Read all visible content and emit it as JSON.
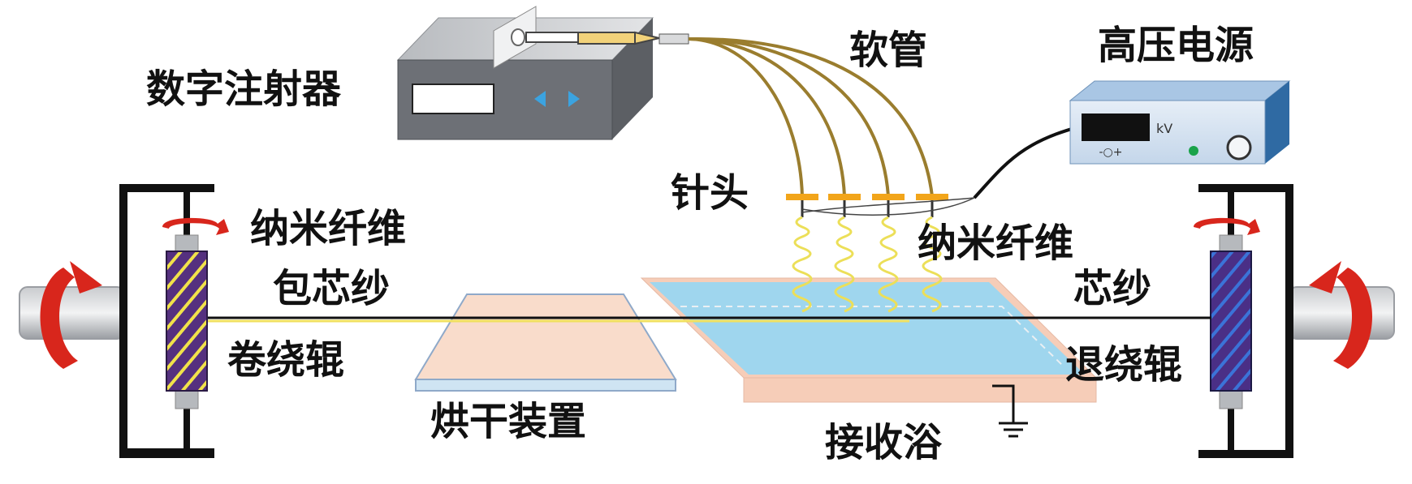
{
  "labels": {
    "syringe": "数字注射器",
    "hose": "软管",
    "power": "高压电源",
    "needle": "针头",
    "fiber_left": "纳米纤维",
    "coated_yarn": "包芯纱",
    "fiber_right": "纳米纤维",
    "core_yarn": "芯纱",
    "winding_roller": "卷绕辊",
    "unwinding_roller": "退绕辊",
    "dryer": "烘干装置",
    "bath": "接收浴"
  },
  "power_supply": {
    "unit": "kV",
    "polarity": "-○+"
  },
  "colors": {
    "line": "#111111",
    "yarn_yellow": "#f0e060",
    "hose": "#9a7d2e",
    "needle_tip": "#f2a51a",
    "bath_water": "#9fd6ee",
    "bath_base": "#f6cdb8",
    "dryer": "#f9dccb",
    "roller_purple": "#5b2a86",
    "arrow_red": "#d8261c",
    "power_blue": "#2f6aa3",
    "device_gray": "#7a7d82"
  }
}
